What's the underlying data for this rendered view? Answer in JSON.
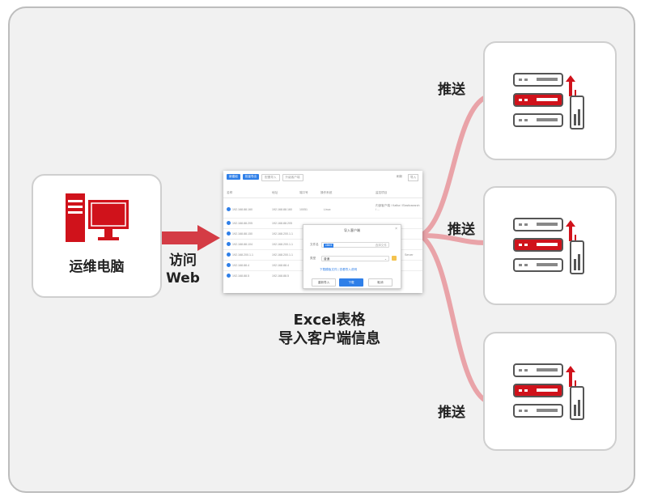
{
  "source_node": {
    "label": "运维电脑"
  },
  "arrow": {
    "label_line1": "访问",
    "label_line2": "Web"
  },
  "web_screen": {
    "caption_line1": "Excel表格",
    "caption_line2": "导入客户端信息",
    "toolbar": [
      "新建组",
      "批量导出",
      "配置导入",
      "升级客户端"
    ],
    "top_right": [
      "刷新",
      "导入"
    ],
    "columns": [
      "名称",
      "地址",
      "端口号",
      "操作系统",
      "监控项目"
    ],
    "rows": [
      {
        "name": "192.168.88.160",
        "addr": "192.168.88.160",
        "port": "10051",
        "os": "Linux",
        "tags": "内部客户端 / Kafka / Elasticsearch / ..."
      },
      {
        "name": "192.168.88.205",
        "addr": "192.168.88.205",
        "port": "",
        "os": "",
        "tags": ""
      },
      {
        "name": "192.168.88.150",
        "addr": "192.168.200.1.1",
        "port": "",
        "os": "",
        "tags": ""
      },
      {
        "name": "192.168.88.104",
        "addr": "192.168.200.1.1",
        "port": "",
        "os": "",
        "tags": ""
      },
      {
        "name": "192.168.200.1.1",
        "addr": "192.168.200.1.1",
        "port": "",
        "os": "",
        "tags": "Server"
      },
      {
        "name": "192.168.88.4",
        "addr": "192.168.88.4",
        "port": "",
        "os": "",
        "tags": ""
      },
      {
        "name": "192.168.88.5",
        "addr": "192.168.88.5",
        "port": "",
        "os": "",
        "tags": ""
      }
    ],
    "dialog": {
      "title": "导入客户端",
      "file_label": "文件名",
      "file_value": "client",
      "file_hint": "选择文件",
      "type_label": "类型",
      "type_value": "普通",
      "links": "下载模板文件  |  查看导入说明",
      "btn_reset": "重新导入",
      "btn_ok": "下载",
      "btn_cancel": "取消"
    }
  },
  "push_labels": [
    "推送",
    "推送",
    "推送"
  ],
  "colors": {
    "accent_red": "#d0121b",
    "branch_pink": "#e9a3a8",
    "web_blue": "#2f7fe8"
  }
}
